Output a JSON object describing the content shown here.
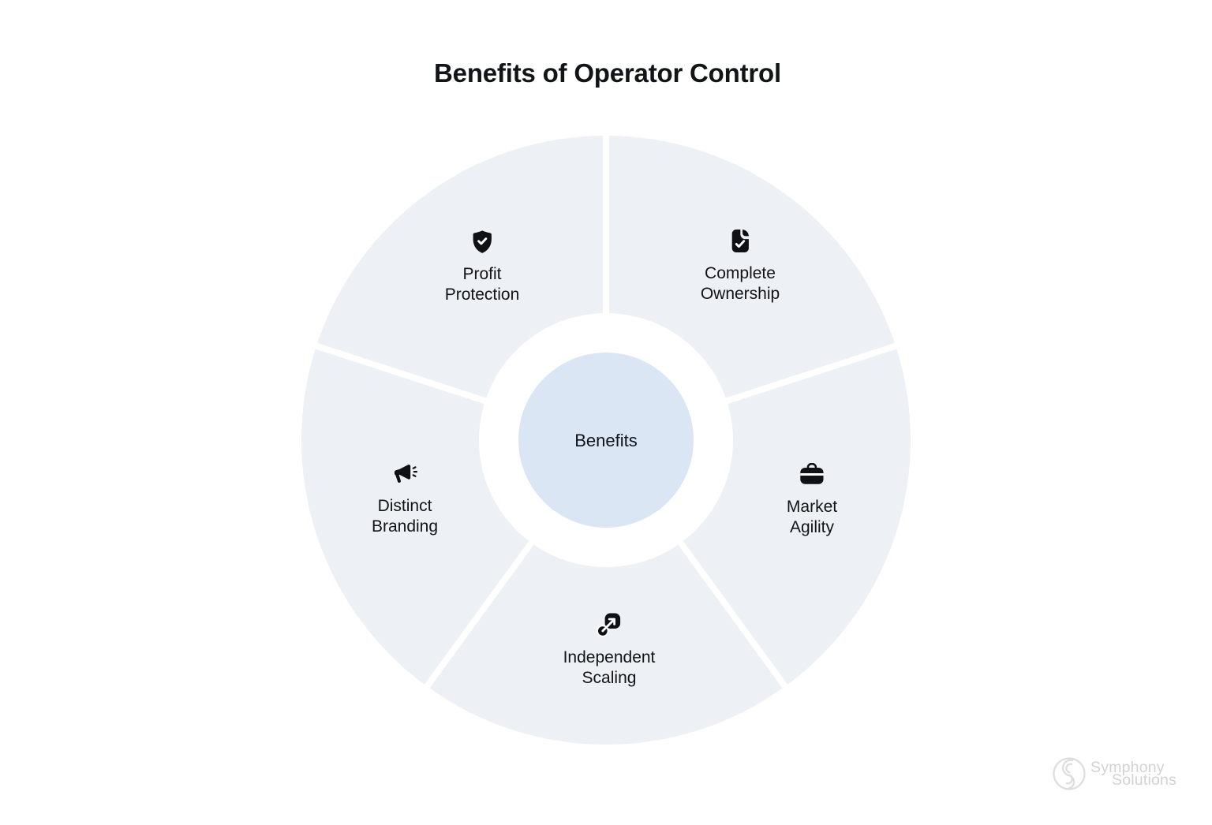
{
  "title": "Benefits of Operator Control",
  "wheel": {
    "center_label": "Benefits",
    "segments": [
      {
        "label": "Profit Protection",
        "icon": "shield-check-icon",
        "position": "top-left"
      },
      {
        "label": "Complete Ownership",
        "icon": "document-check-icon",
        "position": "top-right"
      },
      {
        "label": "Market Agility",
        "icon": "briefcase-icon",
        "position": "right"
      },
      {
        "label": "Independent Scaling",
        "icon": "scale-up-icon",
        "position": "bottom"
      },
      {
        "label": "Distinct Branding",
        "icon": "megaphone-icon",
        "position": "left"
      }
    ],
    "colors": {
      "segment_fill": "#edf0f4",
      "center_circle_fill": "#dbe6f4",
      "icon_and_text": "#111316",
      "divider": "#ffffff"
    }
  },
  "watermark": {
    "brand_line1": "Symphony",
    "brand_line2": "Solutions",
    "color": "#d2d2d2"
  }
}
